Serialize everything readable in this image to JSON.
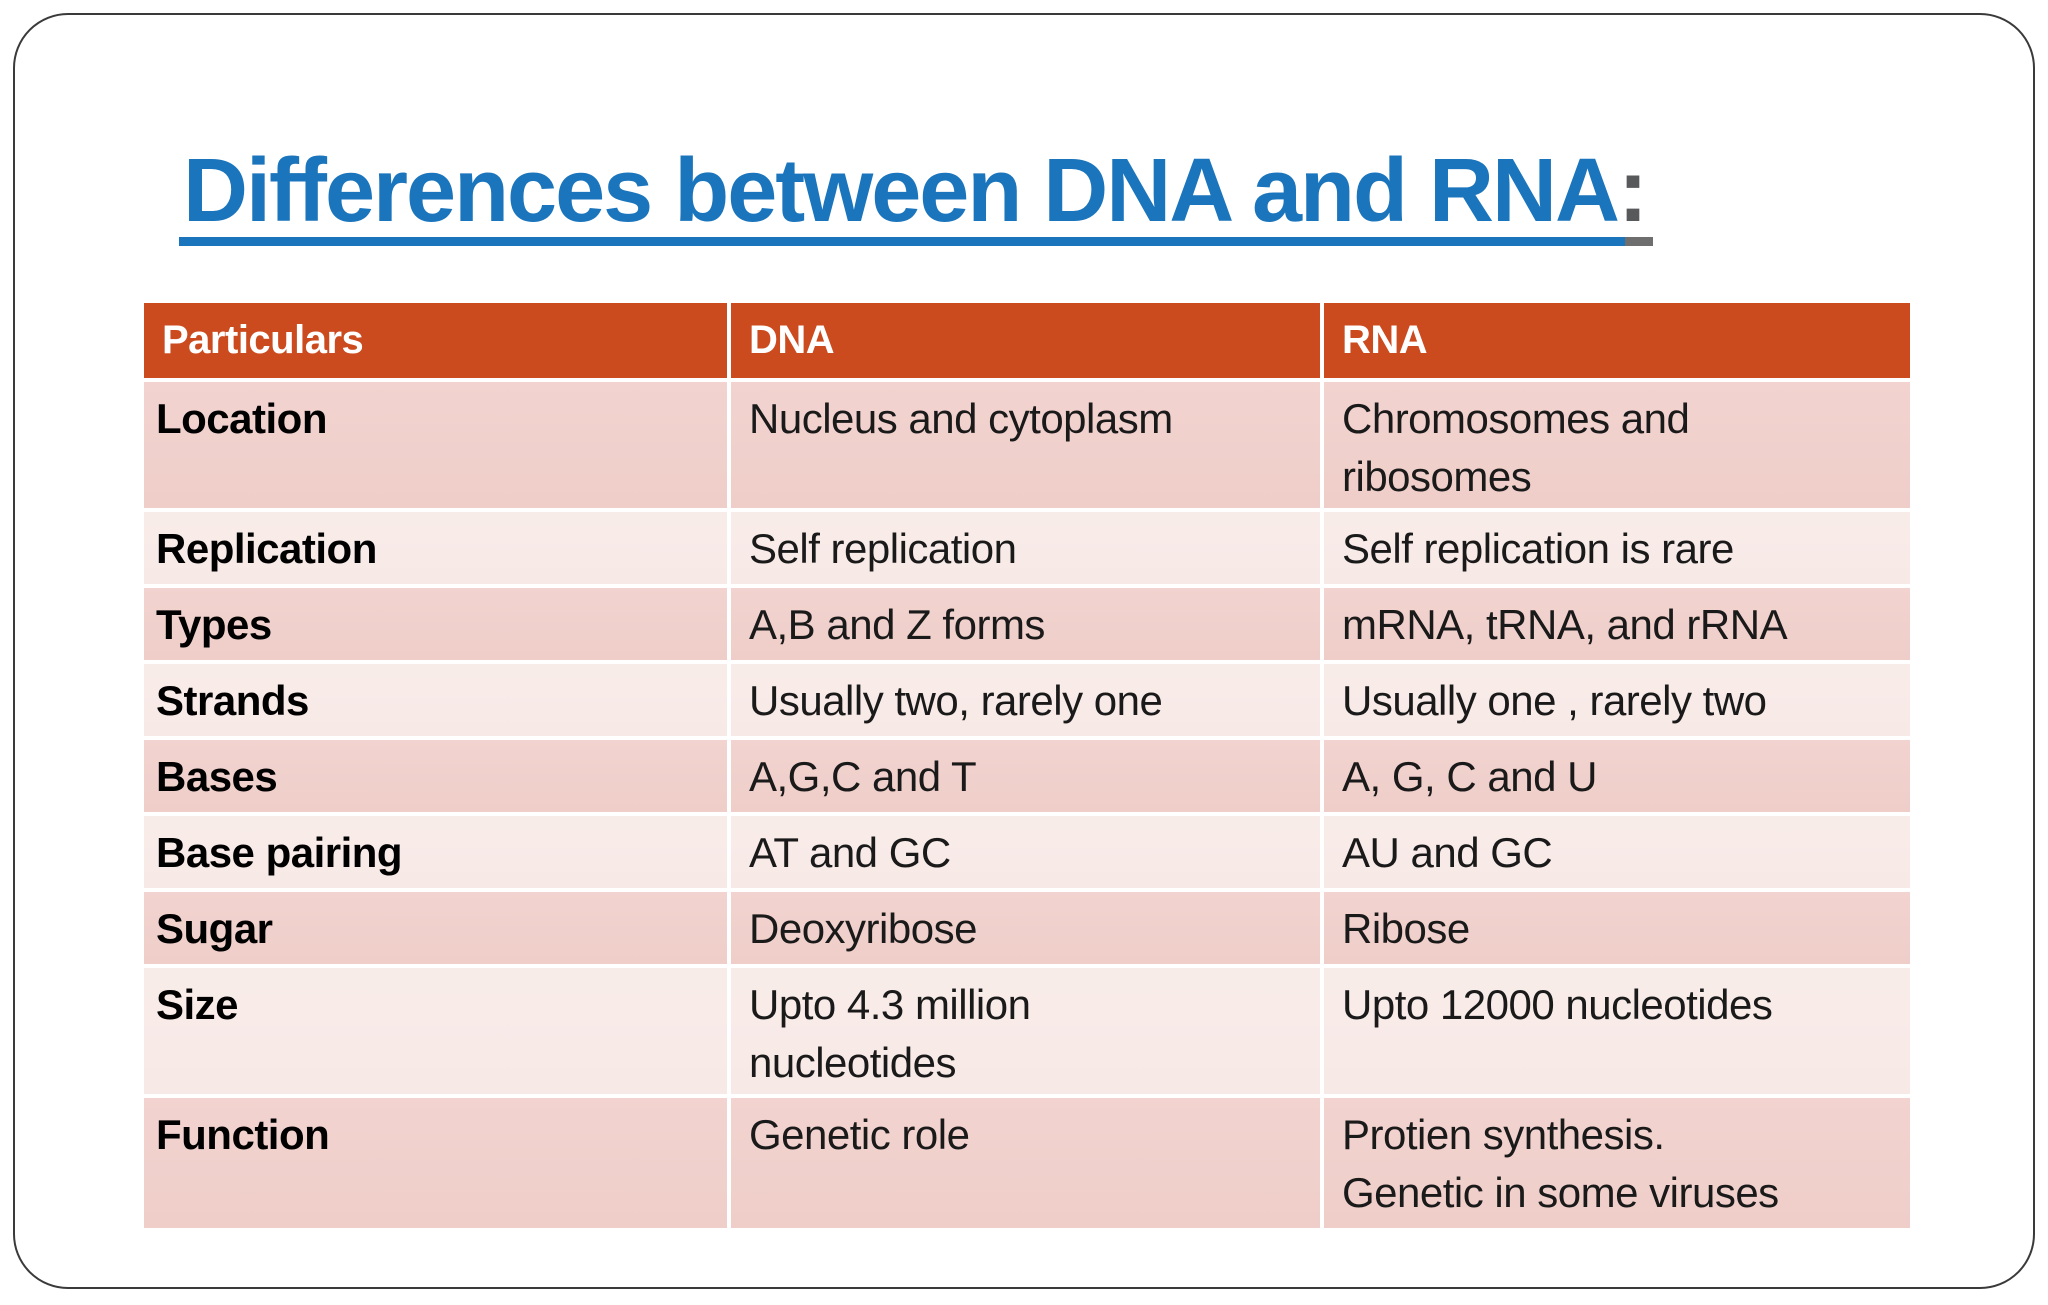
{
  "slide": {
    "title": {
      "text": "Differences between DNA and RNA",
      "colon": ":"
    },
    "table": {
      "headers": [
        "Particulars",
        "DNA",
        "RNA"
      ],
      "rows": [
        {
          "label": "Location",
          "dna": "Nucleus and cytoplasm",
          "rna": "Chromosomes and\nribosomes"
        },
        {
          "label": "Replication",
          "dna": "Self replication",
          "rna": "Self replication is rare"
        },
        {
          "label": "Types",
          "dna": "A,B and Z forms",
          "rna": "mRNA, tRNA, and rRNA"
        },
        {
          "label": "Strands",
          "dna": "Usually two, rarely one",
          "rna": "Usually one , rarely two"
        },
        {
          "label": "Bases",
          "dna": "A,G,C and T",
          "rna": "A, G, C and U"
        },
        {
          "label": "Base pairing",
          "dna": "AT and GC",
          "rna": "AU and GC"
        },
        {
          "label": "Sugar",
          "dna": "Deoxyribose",
          "rna": "Ribose"
        },
        {
          "label": "Size",
          "dna": "Upto 4.3 million\nnucleotides",
          "rna": "Upto 12000 nucleotides"
        },
        {
          "label": "Function",
          "dna": "Genetic role",
          "rna": "Protien synthesis.\nGenetic in some viruses"
        }
      ]
    },
    "colors": {
      "title_blue": "#1B75BC",
      "colon_gray": "#58595B",
      "underline_gray": "#6E6E6E",
      "header_bg": "#CB4A1E",
      "row_dark": "#F2D3CF",
      "row_dark2": "#EFCEC9",
      "row_light": "#F8ECE9",
      "row_light2": "#F7E9E6",
      "frame_border": "#3A3A3A",
      "text_color": "#1A1A1A"
    }
  }
}
